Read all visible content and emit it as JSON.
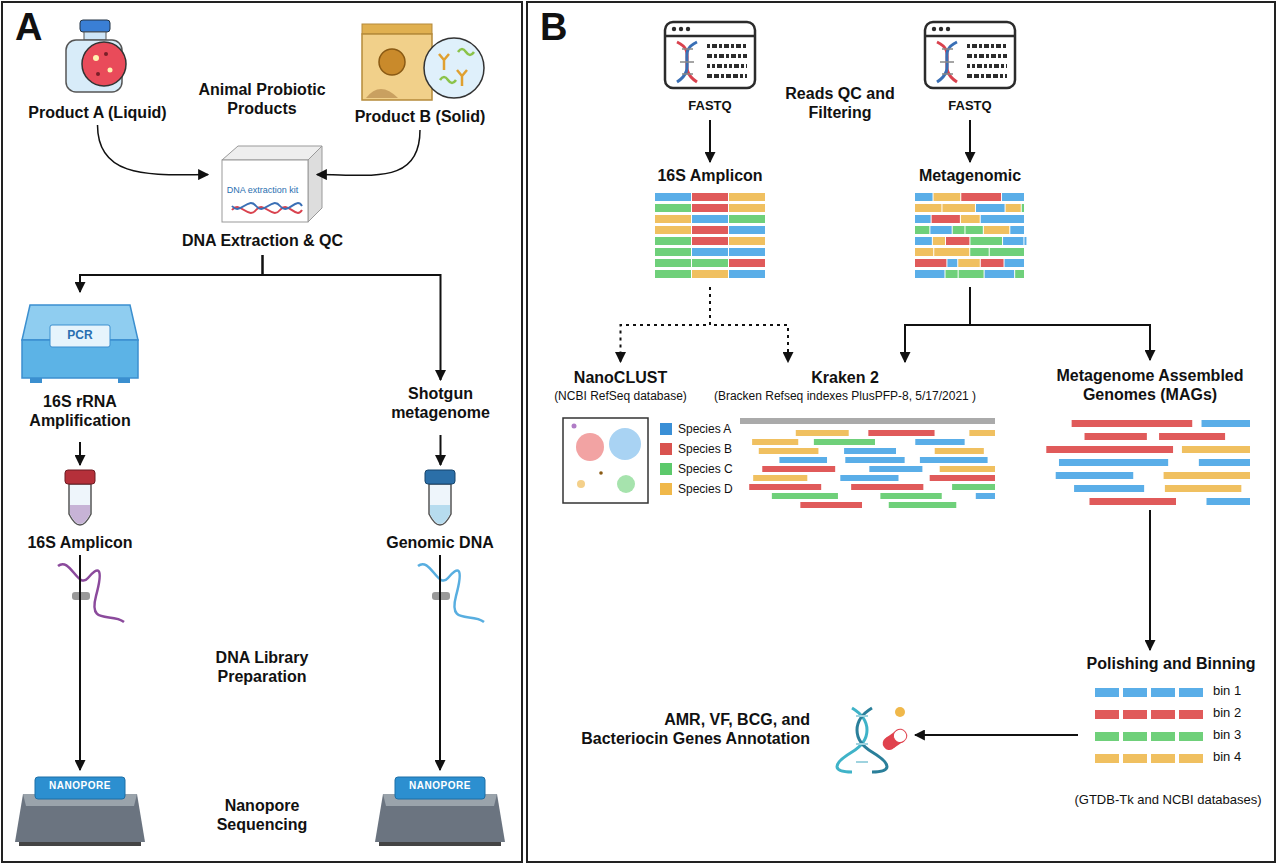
{
  "diagram": {
    "nodes": [
      {
        "text": [
          "A"
        ]
      },
      {
        "text": [
          "Product A (Liquid)"
        ],
        "in": 0
      },
      {
        "text": [
          "Product B (Solid)"
        ],
        "in": 0
      },
      {
        "text": [
          "DNA extraction kit",
          "DNA Extraction & QC"
        ],
        "in": 0
      },
      {
        "text": [
          "PCR",
          "16S rRNA Amplification"
        ],
        "in": 0
      },
      {
        "text": [
          "Shotgun metagenome"
        ],
        "in": 0
      },
      {
        "text": [
          "16S Amplicon"
        ],
        "in": 0
      },
      {
        "text": [
          "Genomic DNA"
        ],
        "in": 0
      },
      {
        "text": [
          "NANOPORE"
        ],
        "in": 0
      },
      {
        "text": [
          "NANOPORE"
        ],
        "in": 0
      },
      {
        "text": [
          "B"
        ]
      },
      {
        "text": [
          "FASTQ"
        ],
        "in": 10
      },
      {
        "text": [
          "FASTQ"
        ],
        "in": 10
      },
      {
        "text": [
          "16S Amplicon"
        ],
        "in": 10
      },
      {
        "text": [
          "Metagenomic"
        ],
        "in": 10
      },
      {
        "text": [
          "NanoCLUST",
          "(NCBI RefSeq database)"
        ],
        "in": 10
      },
      {
        "text": [
          "Kraken 2",
          "(Bracken Refseq indexes PlusPFP-8, 5/17/2021 )"
        ],
        "in": 10
      },
      {
        "text": [
          "Metagenome Assembled Genomes (MAGs)"
        ],
        "in": 10
      },
      {
        "text": [
          "Polishing and Binning"
        ],
        "in": 10
      },
      {
        "text": [
          "AMR, VF, BCG, and Bacteriocin Genes Annotation"
        ],
        "in": 10
      }
    ],
    "edges": [
      {
        "from": 1,
        "to": 3,
        "arrow": "to"
      },
      {
        "from": 2,
        "to": 3,
        "arrow": "to"
      },
      {
        "from": 3,
        "to": 4,
        "arrow": "to"
      },
      {
        "from": 3,
        "to": 5,
        "arrow": "to"
      },
      {
        "from": 4,
        "to": 6,
        "arrow": "to"
      },
      {
        "from": 5,
        "to": 7,
        "arrow": "to"
      },
      {
        "from": 6,
        "to": 8,
        "arrow": "to"
      },
      {
        "from": 7,
        "to": 9,
        "arrow": "to"
      },
      {
        "from": 11,
        "to": 13,
        "arrow": "to"
      },
      {
        "from": 12,
        "to": 14,
        "arrow": "to"
      },
      {
        "from": 13,
        "to": 15,
        "arrow": "to"
      },
      {
        "from": 13,
        "to": 16,
        "arrow": "to"
      },
      {
        "from": 14,
        "to": 16,
        "arrow": "to"
      },
      {
        "from": 14,
        "to": 17,
        "arrow": "to"
      },
      {
        "from": 17,
        "to": 18,
        "arrow": "to"
      },
      {
        "from": 18,
        "to": 19,
        "arrow": "to"
      }
    ],
    "labels": [
      "Animal Probiotic Products",
      "DNA Library Preparation",
      "Nanopore Sequencing",
      "Reads QC and Filtering",
      "bin 1",
      "bin 2",
      "bin 3",
      "bin 4",
      "(GTDB-Tk and NCBI databases)"
    ],
    "legend": [
      {
        "text": "Species A",
        "color": "#3a8fd6"
      },
      {
        "text": "Species B",
        "color": "#d9534f"
      },
      {
        "text": "Species C",
        "color": "#5cc96b"
      },
      {
        "text": "Species D",
        "color": "#f0b84a"
      }
    ]
  }
}
